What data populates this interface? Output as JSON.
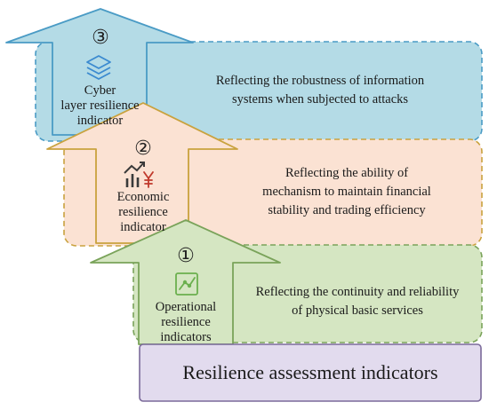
{
  "colors": {
    "cyber_fill": "#b4dbe6",
    "cyber_stroke": "#4a9bc5",
    "economic_fill": "#fbe2d3",
    "economic_stroke": "#c9a23e",
    "operational_fill": "#d5e6c2",
    "operational_stroke": "#7aa35a",
    "base_fill": "#e2dbee",
    "base_stroke": "#7b6a9a",
    "economic_icon_bars": "#3a3a3a",
    "economic_icon_symbol": "#c0392b",
    "cyber_icon": "#3b8ad0",
    "operational_icon": "#6bb04e"
  },
  "base": {
    "title": "Resilience assessment indicators"
  },
  "layers": {
    "operational": {
      "number": "①",
      "icon": "line-chart-icon",
      "label_lines": [
        "Operational",
        "resilience",
        "indicators"
      ],
      "description_lines": [
        "Reflecting the continuity and reliability",
        "of physical basic services"
      ]
    },
    "economic": {
      "number": "②",
      "icon": "finance-chart-yen-icon",
      "label_lines": [
        "Economic",
        "resilience",
        "indicator"
      ],
      "description_lines": [
        "Reflecting the ability of",
        "mechanism to maintain financial",
        "stability and trading efficiency"
      ]
    },
    "cyber": {
      "number": "③",
      "icon": "layers-stack-icon",
      "label_lines": [
        "Cyber",
        "layer resilience",
        "indicator"
      ],
      "description_lines": [
        "Reflecting the robustness of information",
        "systems when subjected to attacks"
      ]
    }
  }
}
